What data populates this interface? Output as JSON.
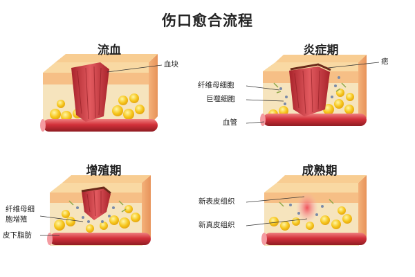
{
  "title": "伤口愈合流程",
  "stages": [
    {
      "name": "流血",
      "labels": [
        "血块"
      ]
    },
    {
      "name": "炎症期",
      "labels": [
        "疤",
        "纤维母细胞",
        "巨噬细胞",
        "血管"
      ]
    },
    {
      "name": "增殖期",
      "labels": [
        "纤维母细胞增殖",
        "皮下脂肪"
      ],
      "label_lines": [
        "纤维母细",
        "胞增殖"
      ]
    },
    {
      "name": "成熟期",
      "labels": [
        "新表皮组织",
        "新真皮组织"
      ]
    }
  ],
  "colors": {
    "epidermis": "#f6c08a",
    "dermis": "#f4e2b9",
    "fat": "#f5c518",
    "vessel": "#d5343a",
    "wound": "#c5363c",
    "side": "#f0a56c"
  }
}
